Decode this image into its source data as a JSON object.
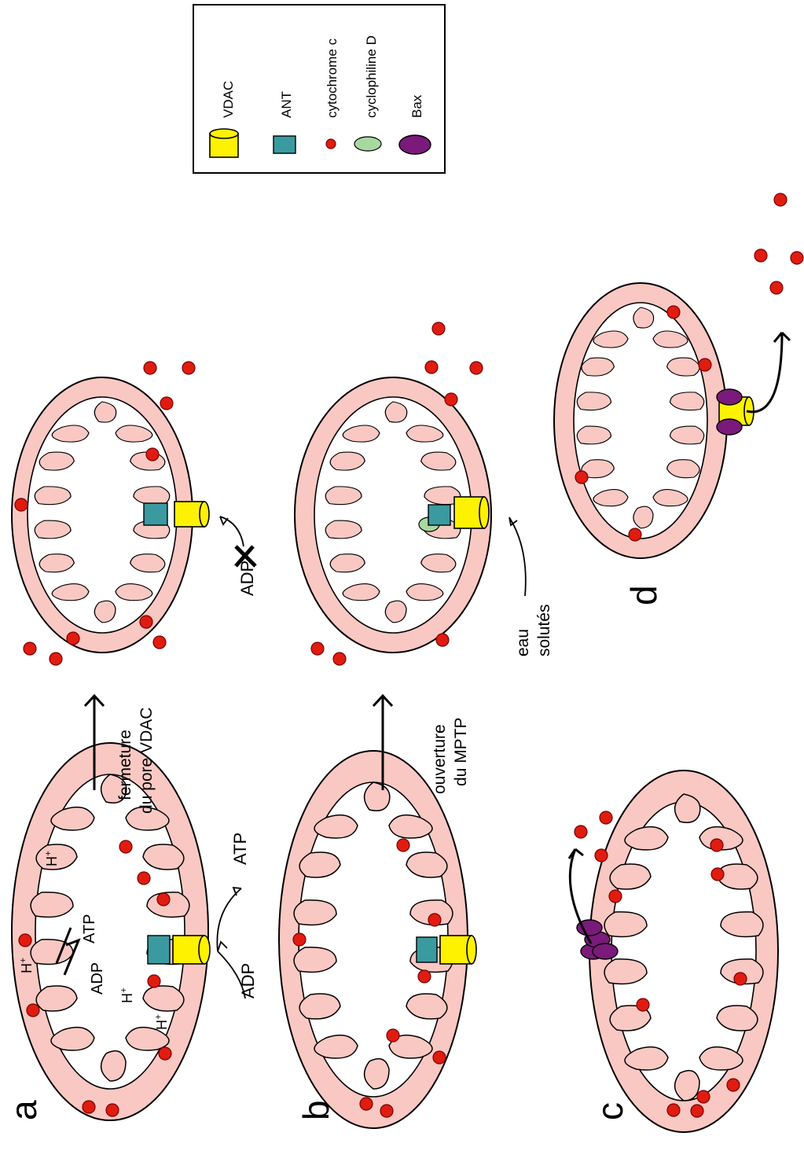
{
  "panels": {
    "a": "a",
    "b": "b",
    "c": "c",
    "d": "d"
  },
  "legend": {
    "items": [
      {
        "label": "VDAC",
        "icon": "vdac-cylinder",
        "color": "#fff200"
      },
      {
        "label": "ANT",
        "icon": "ant-square",
        "color": "#3a9aa0"
      },
      {
        "label": "cytochrome c",
        "icon": "red-dot",
        "color": "#e01c10"
      },
      {
        "label": "cyclophiline D",
        "icon": "green-ellipse",
        "color": "#a8d8a0"
      },
      {
        "label": "Bax",
        "icon": "purple-ellipse",
        "color": "#7a1a7a"
      }
    ]
  },
  "transitions": {
    "top_line1": "fermeture",
    "top_line2": "du pore VDAC",
    "bottom_line1": "ouverture",
    "bottom_line2": "du MPTP"
  },
  "labels": {
    "adp": "ADP",
    "atp": "ATP",
    "h_plus": "H",
    "plus": "+",
    "eau": "eau",
    "solutes": "solutés"
  },
  "colors": {
    "matrix": "#f9c8c3",
    "cytochrome": "#e01c10",
    "vdac": "#fff200",
    "ant": "#3a9aa0",
    "bax": "#7a1a7a",
    "cyclophilin": "#a8d8a0"
  }
}
